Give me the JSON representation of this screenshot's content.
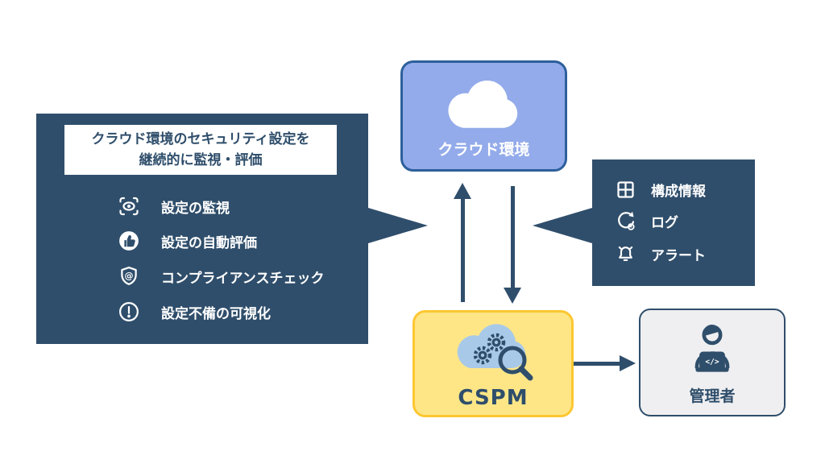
{
  "diagram_title": "CSPM diagram",
  "colors": {
    "panel_dark": "#2F4E6B",
    "cloud_fill": "#93ABEA",
    "cloud_border": "#2D5F9B",
    "cspm_fill": "#FEE687",
    "cspm_border": "#FDC731",
    "admin_fill": "#EFEFF1",
    "text_white": "#FFFFFF",
    "cspm_icon_cloud": "#A9C9E8"
  },
  "left_panel": {
    "header_line1": "クラウド環境のセキュリティ設定を",
    "header_line2": "継続的に監視・評価",
    "items": [
      {
        "icon": "scan-eye-icon",
        "label": "設定の監視"
      },
      {
        "icon": "thumbs-up-icon",
        "label": "設定の自動評価"
      },
      {
        "icon": "shield-at-icon",
        "label": "コンプライアンスチェック"
      },
      {
        "icon": "alert-circle-icon",
        "label": "設定不備の可視化"
      }
    ]
  },
  "cloud_box": {
    "icon": "cloud-icon",
    "label": "クラウド環境"
  },
  "right_panel": {
    "items": [
      {
        "icon": "grid-icon",
        "label": "構成情報"
      },
      {
        "icon": "sync-gear-icon",
        "label": "ログ"
      },
      {
        "icon": "bell-icon",
        "label": "アラート"
      }
    ]
  },
  "cspm_box": {
    "icon": "cspm-cloud-search-icon",
    "label": "CSPM"
  },
  "admin_box": {
    "icon": "admin-person-icon",
    "label": "管理者"
  }
}
